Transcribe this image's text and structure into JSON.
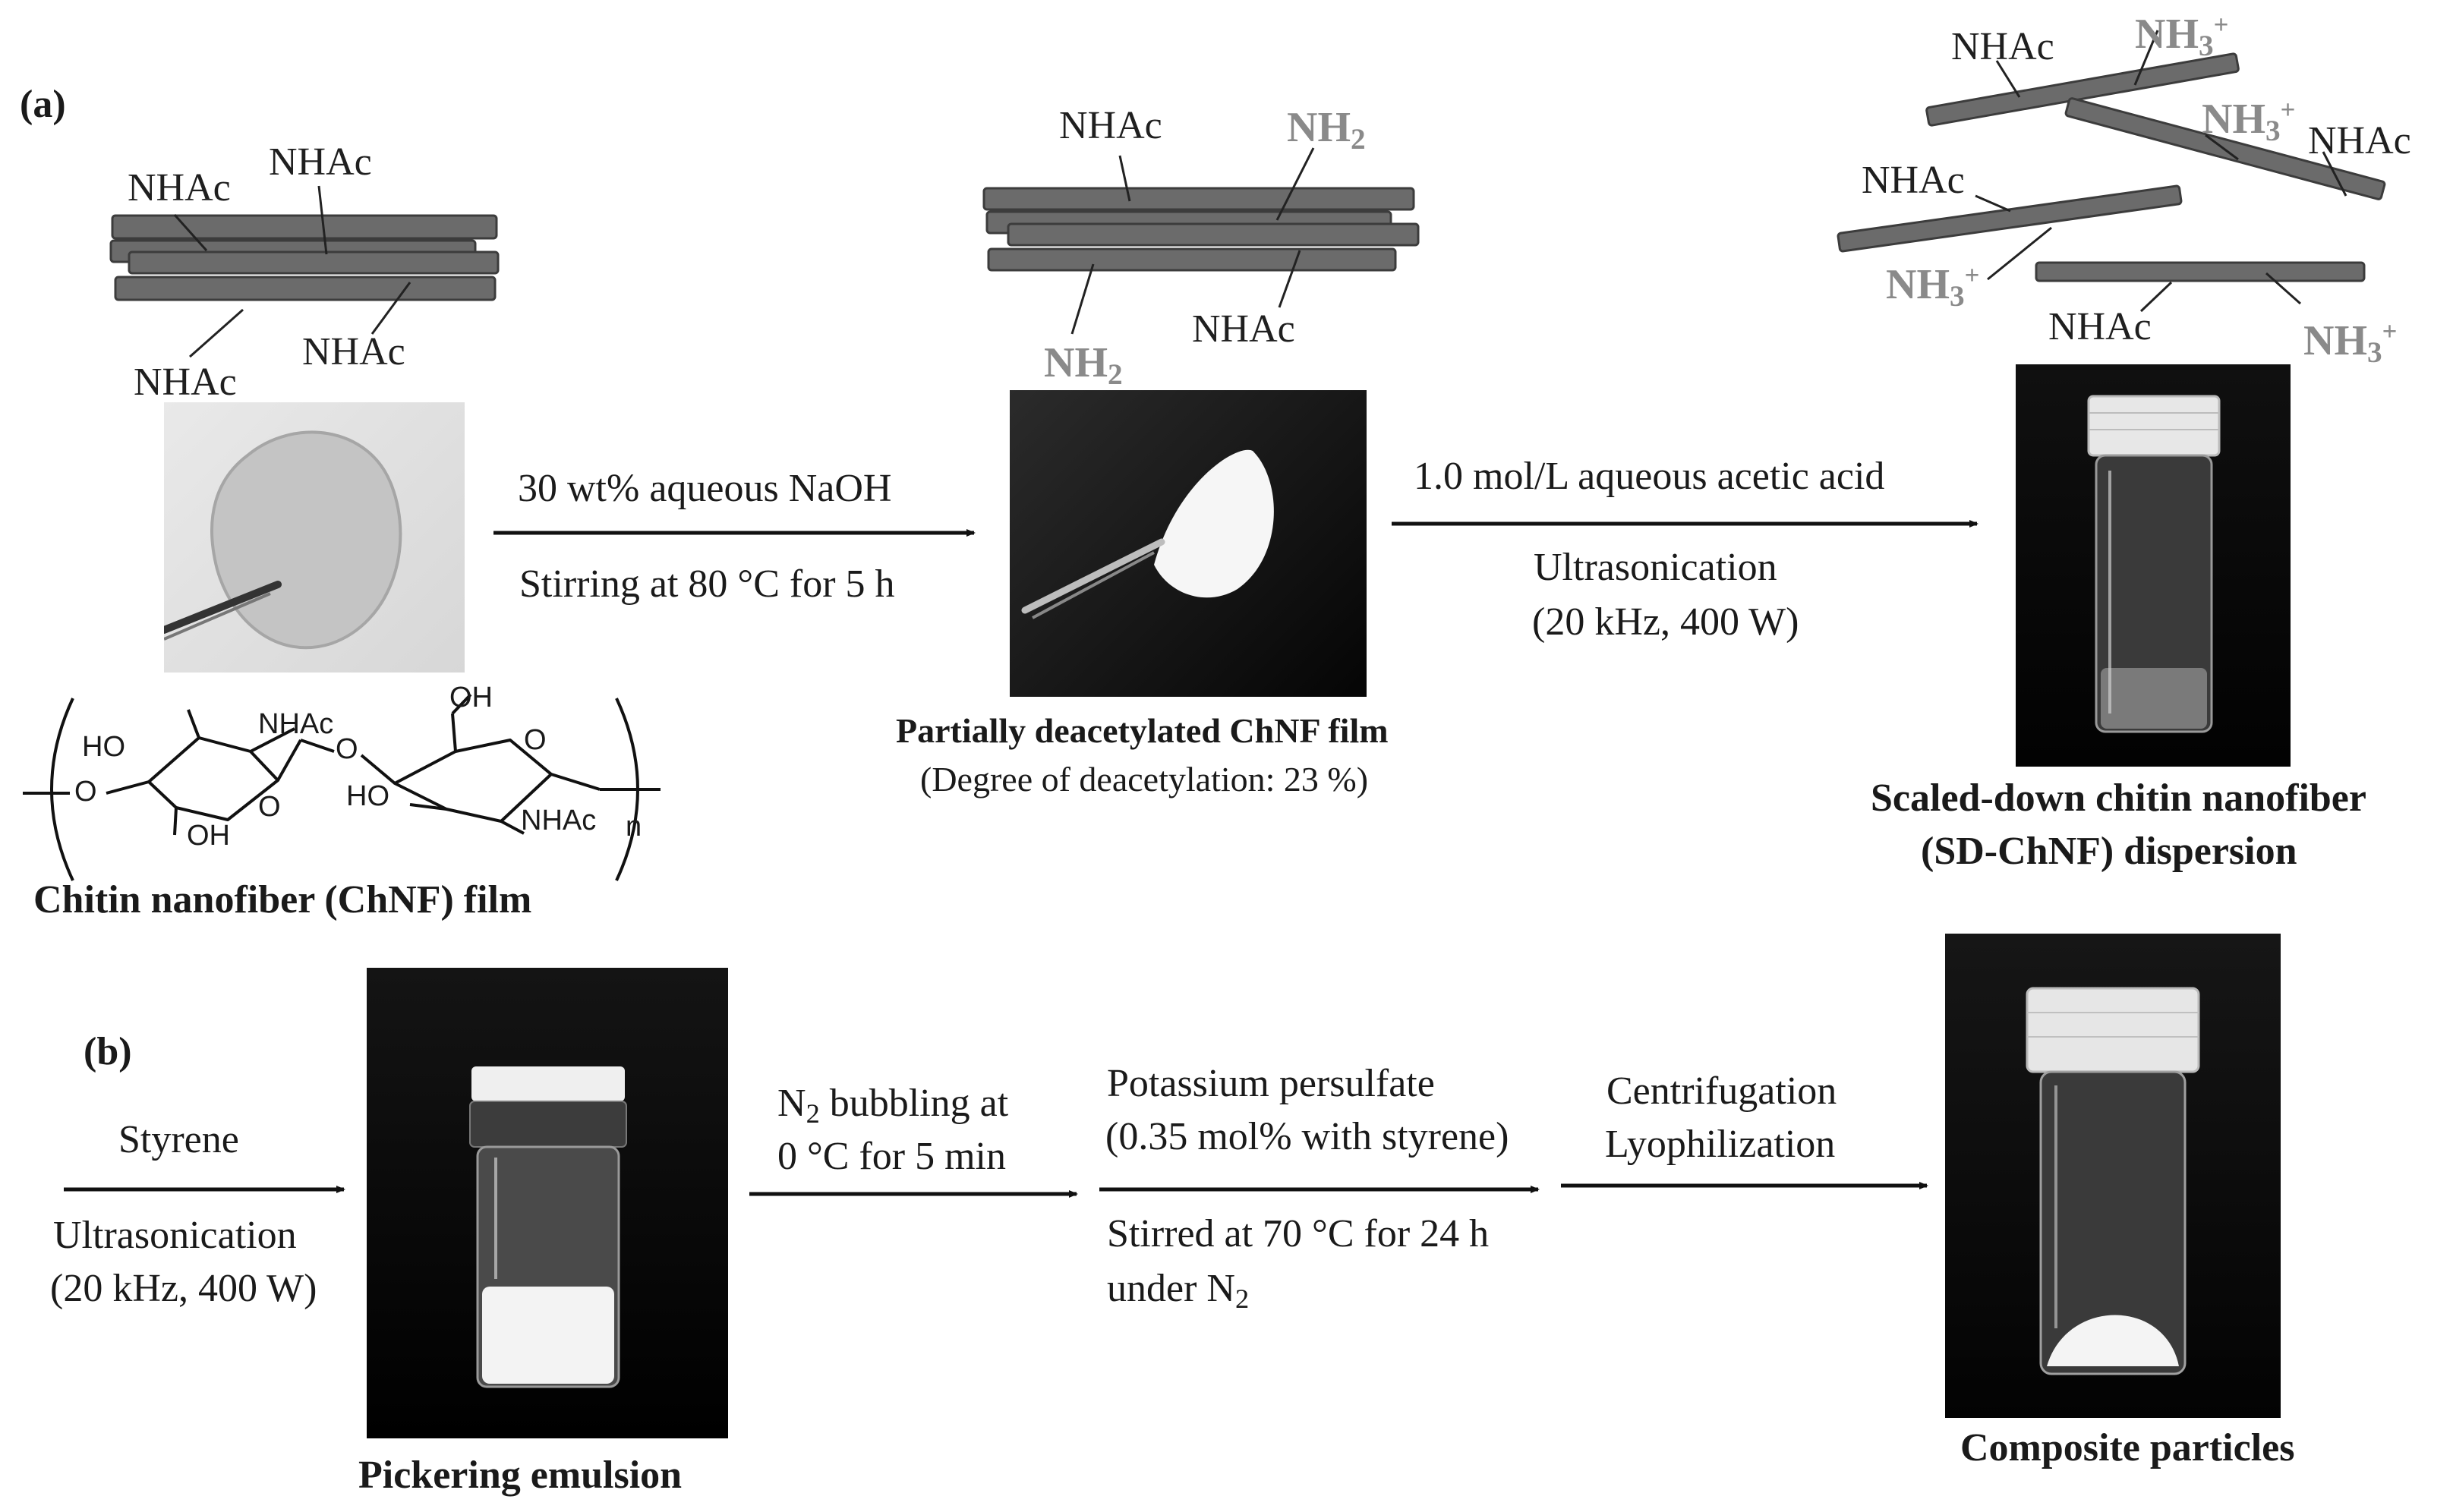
{
  "panel_a_label": "(a)",
  "panel_b_label": "(b)",
  "fiber_group_1": {
    "labels": [
      "NHAc",
      "NHAc",
      "NHAc",
      "NHAc"
    ]
  },
  "fiber_group_2": {
    "nhac": [
      "NHAc",
      "NHAc"
    ],
    "nh2_base": [
      "NH",
      "NH"
    ],
    "nh2_sub": "2"
  },
  "fiber_group_3": {
    "nhac": [
      "NHAc",
      "NHAc",
      "NHAc",
      "NHAc"
    ],
    "nh3_base": [
      "NH",
      "NH",
      "NH",
      "NH"
    ],
    "nh3_sub": "3",
    "nh3_sup": "+"
  },
  "chem_structure": {
    "labels": [
      "HO",
      "NHAc",
      "O",
      "OH",
      "O",
      "OH",
      "HO",
      "NHAc",
      "O",
      "O",
      "n"
    ]
  },
  "captions": {
    "chnf_film": "Chitin nanofiber (ChNF) film",
    "partial_title": "Partially  deacetylated ChNF film",
    "partial_detail": "(Degree  of deacetylation:  23 %)",
    "sd_line1": "Scaled-down chitin nanofiber",
    "sd_line2": "(SD-ChNF) dispersion",
    "pickering": "Pickering emulsion",
    "composite": "Composite particles"
  },
  "steps": {
    "a1_top": "30 wt% aqueous NaOH",
    "a1_bottom": "Stirring at 80 °C for 5 h",
    "a2_top": "1.0 mol/L aqueous acetic acid",
    "a2_bottom1": "Ultrasonication",
    "a2_bottom2": "(20 kHz, 400 W)",
    "b1_top": "Styrene",
    "b1_bottom1": "Ultrasonication",
    "b1_bottom2": "(20 kHz, 400 W)",
    "b2_l1_pre": "N",
    "b2_l1_sub": "2",
    "b2_l1_post": " bubbling at",
    "b2_l2": "0 °C for 5 min",
    "b3_top1": "Potassium persulfate",
    "b3_top2": "(0.35 mol% with styrene)",
    "b3_bottom1": "Stirred at 70 °C for 24 h",
    "b3_bottom2_pre": "under N",
    "b3_bottom2_sub": "2",
    "b4_top1": "Centrifugation",
    "b4_top2": "Lyophilization"
  },
  "colors": {
    "fiber": "#6b6b6b",
    "fiber_edge": "#3c3c3c",
    "amine": "#8a8a8a",
    "text": "#1a1a1a"
  }
}
